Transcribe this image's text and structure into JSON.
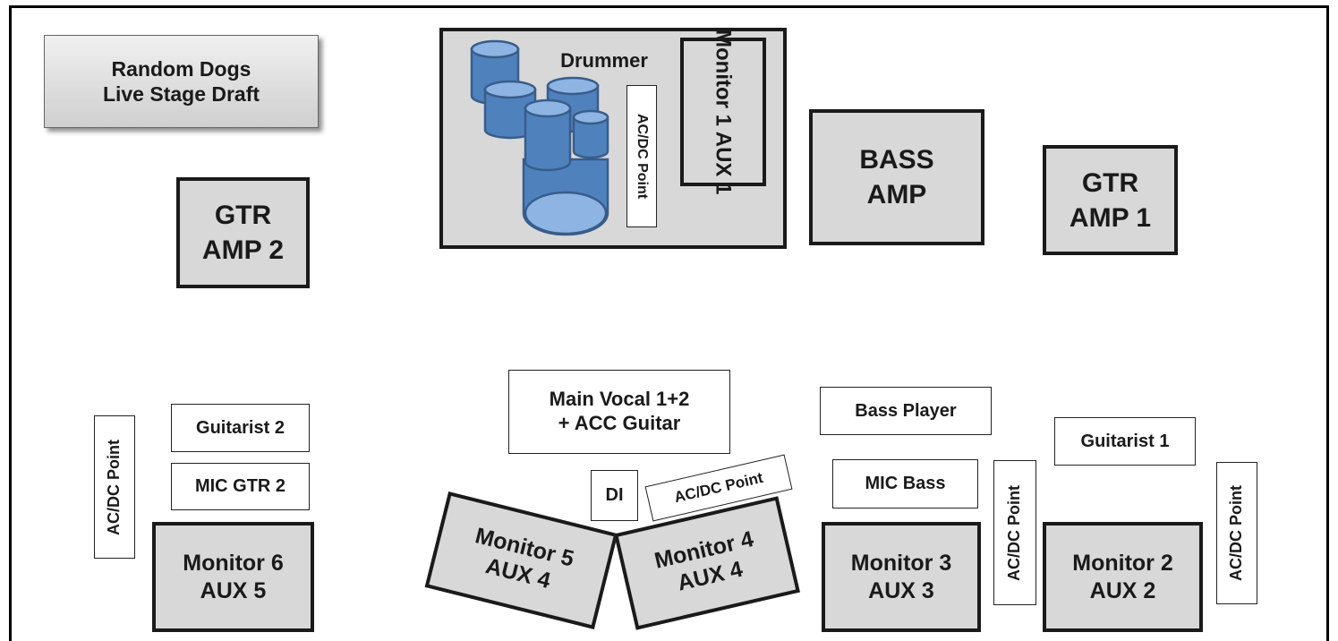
{
  "title": {
    "line1": "Random Dogs",
    "line2": "Live Stage Draft"
  },
  "drum_riser": {
    "drummer_label": "Drummer",
    "monitor_1": "Monitor 1\nAUX 1",
    "acdc_point": "AC/DC Point",
    "drum_fill": "#4f81bd",
    "drum_stroke": "#385d8a",
    "drum_top_fill": "#8eb4e3"
  },
  "amps": {
    "gtr_amp_2": "GTR\nAMP 2",
    "bass_amp": "BASS\nAMP",
    "gtr_amp_1": "GTR\nAMP 1"
  },
  "labels": {
    "guitarist_2": "Guitarist 2",
    "mic_gtr_2": "MIC GTR 2",
    "main_vocal": "Main Vocal 1+2\n+ ACC Guitar",
    "di": "DI",
    "acdc_point": "AC/DC Point",
    "bass_player": "Bass Player",
    "mic_bass": "MIC Bass",
    "guitarist_1": "Guitarist 1"
  },
  "monitors": {
    "monitor_6": "Monitor 6\nAUX 5",
    "monitor_5": "Monitor 5\nAUX 4",
    "monitor_4": "Monitor 4\nAUX 4",
    "monitor_3": "Monitor 3\nAUX 3",
    "monitor_2": "Monitor 2\nAUX 2"
  },
  "colors": {
    "box_fill": "#d8d8d8",
    "border": "#1a1a1a",
    "background": "#ffffff"
  }
}
